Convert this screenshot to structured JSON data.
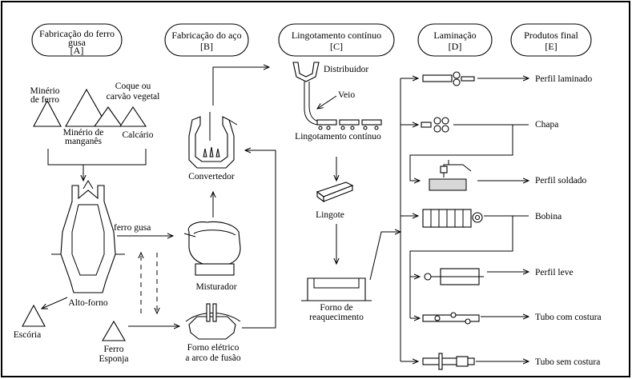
{
  "headers": [
    {
      "line1": "Fabricação do ferro",
      "line2": "gusa",
      "code": "[A]"
    },
    {
      "line1": "Fabricação do aço",
      "line2": "",
      "code": "[B]"
    },
    {
      "line1": "Lingotamento contínuo",
      "line2": "",
      "code": "[C]"
    },
    {
      "line1": "Laminação",
      "line2": "",
      "code": "[D]"
    },
    {
      "line1": "Produtos final",
      "line2": "",
      "code": "[E]"
    }
  ],
  "raw_materials": {
    "minerio_ferro": [
      "Minério",
      "de ferro"
    ],
    "coque": [
      "Coque ou",
      "carvão vegetal"
    ],
    "minerio_manganes": [
      "Minério de",
      "manganês"
    ],
    "calcario": "Calcário"
  },
  "equipment": {
    "alto_forno": "Alto-forno",
    "escoria": "Escória",
    "ferro_esponja": [
      "Ferro",
      "Esponja"
    ],
    "ferro_gusa": "ferro gusa",
    "conversor": "Convertedor",
    "misturador": "Misturador",
    "forno_eletrico": [
      "Forno elétrico",
      "a arco de fusão"
    ],
    "distribuidor": "Distribuidor",
    "veio": "Veio",
    "lingotamento": "Lingotamento contínuo",
    "lingote": "Lingote",
    "forno_reaquecimento": [
      "Forno de",
      "reaquecimento"
    ]
  },
  "products": [
    "Perfil laminado",
    "Chapa",
    "Perfil soldado",
    "Bobina",
    "Perfil leve",
    "Tubo com costura",
    "Tubo sem costura"
  ]
}
